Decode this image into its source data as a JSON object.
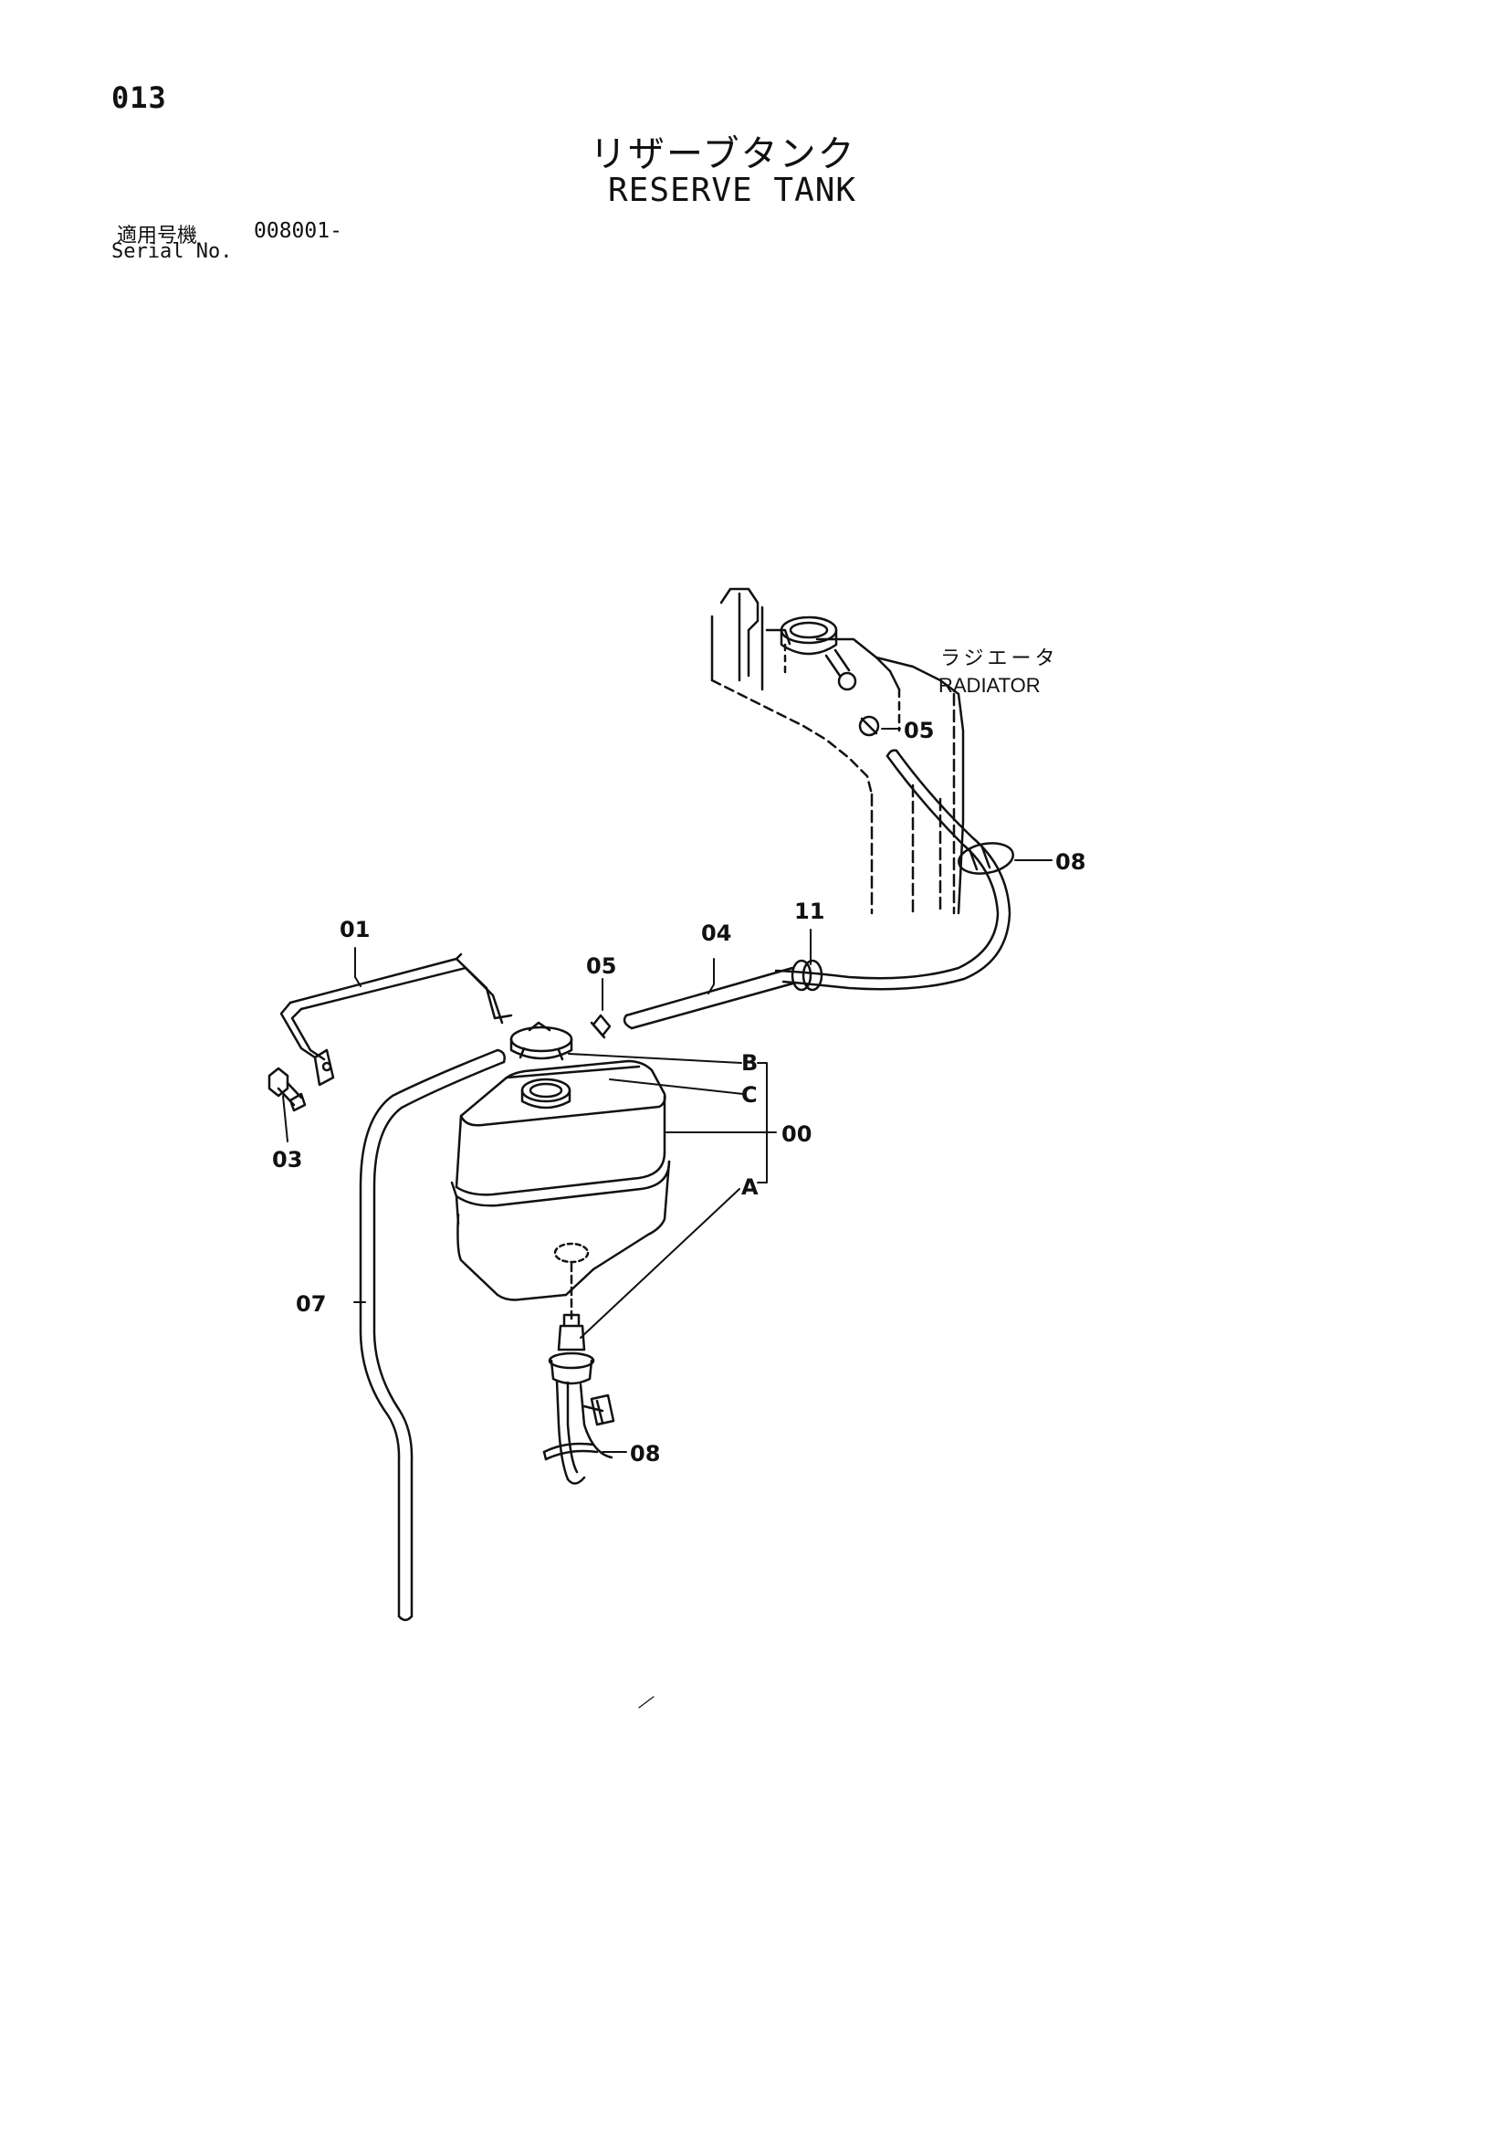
{
  "header": {
    "page_number": "013",
    "title_jp": "リザーブタンク",
    "title_en": "RESERVE TANK",
    "serial_label_jp": "適用号機",
    "serial_value": "008001-",
    "serial_label_en": "Serial No."
  },
  "diagram": {
    "radiator_label_jp": "ラジエータ",
    "radiator_label_en": "RADIATOR",
    "callouts": {
      "p00": "00",
      "p01": "01",
      "p03": "03",
      "p04": "04",
      "p05_radiator": "05",
      "p05_tank": "05",
      "p07": "07",
      "p08_hose": "08",
      "p08_sensor": "08",
      "p11": "11",
      "A": "A",
      "B": "B",
      "C": "C"
    }
  }
}
